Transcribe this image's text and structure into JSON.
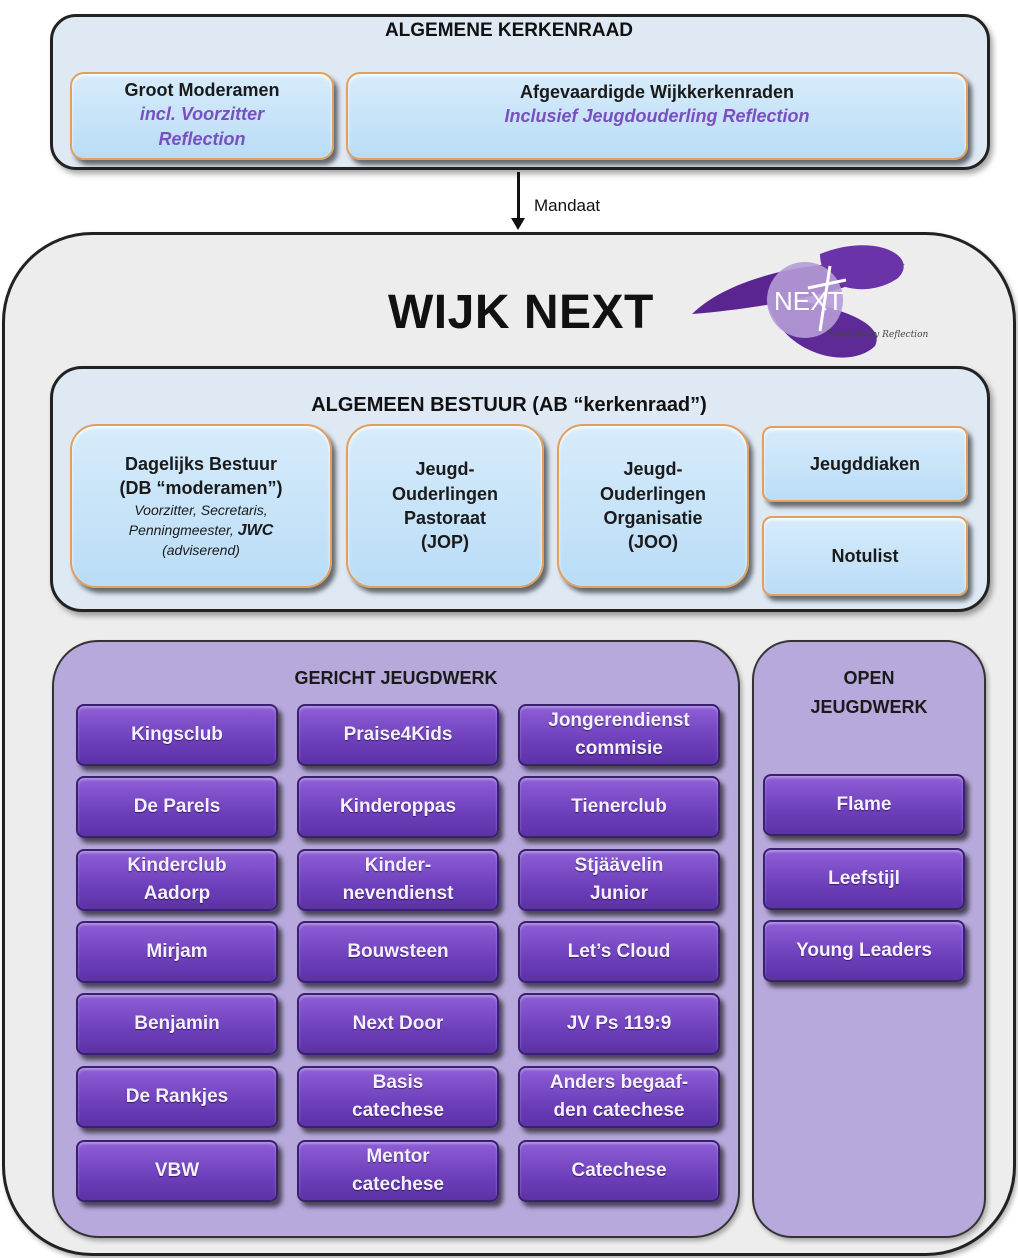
{
  "top": {
    "title": "ALGEMENE KERKENRAAD",
    "groot": {
      "line1": "Groot Moderamen",
      "line2": "incl. Voorzitter",
      "line3": "Reflection"
    },
    "afgev": {
      "line1": "Afgevaardigde Wijkkerkenraden",
      "line2": "Inclusief Jeugdouderling Reflection"
    }
  },
  "arrow_label": "Mandaat",
  "wijk": {
    "title": "WIJK NEXT",
    "logo_text": "NEXT",
    "logo_caption": "Powered by Reflection"
  },
  "ab": {
    "title": "ALGEMEEN BESTUUR (AB “kerkenraad”)",
    "db": {
      "line1": "Dagelijks Bestuur",
      "line2": "(DB “moderamen”)",
      "line3": "Voorzitter, Secretaris,",
      "line4a": "Penningmeester,",
      "line4b": "JWC",
      "line5": "(adviserend)"
    },
    "jop": {
      "line1": "Jeugd-",
      "line2": "Ouderlingen",
      "line3": "Pastoraat",
      "line4": "(JOP)"
    },
    "joo": {
      "line1": "Jeugd-",
      "line2": "Ouderlingen",
      "line3": "Organisatie",
      "line4": "(JOO)"
    },
    "diaken": "Jeugddiaken",
    "notulist": "Notulist"
  },
  "gericht": {
    "title": "GERICHT  JEUGDWERK",
    "columns": [
      [
        {
          "l1": "Kingsclub"
        },
        {
          "l1": "De Parels"
        },
        {
          "l1": "Kinderclub",
          "l2": "Aadorp"
        },
        {
          "l1": "Mirjam"
        },
        {
          "l1": "Benjamin"
        },
        {
          "l1": "De Rankjes"
        },
        {
          "l1": "VBW"
        }
      ],
      [
        {
          "l1": "Praise4Kids"
        },
        {
          "l1": "Kinderoppas"
        },
        {
          "l1": "Kinder-",
          "l2": "nevendienst"
        },
        {
          "l1": "Bouwsteen"
        },
        {
          "l1": "Next Door"
        },
        {
          "l1": "Basis",
          "l2": "catechese"
        },
        {
          "l1": "Mentor",
          "l2": "catechese"
        }
      ],
      [
        {
          "l1": "Jongerendienst",
          "l2": "commisie"
        },
        {
          "l1": "Tienerclub"
        },
        {
          "l1": "Stjäävelin",
          "l2": "Junior"
        },
        {
          "l1": "Let’s Cloud"
        },
        {
          "l1": "JV Ps 119:9"
        },
        {
          "l1": "Anders begaaf-",
          "l2": "den catechese"
        },
        {
          "l1": "Catechese"
        }
      ]
    ]
  },
  "open": {
    "title_line1": "OPEN",
    "title_line2": "JEUGDWERK",
    "items": [
      "Flame",
      "Leefstijl",
      "Young Leaders"
    ]
  },
  "colors": {
    "panel_blue": "#dfe9f4",
    "box_blue": "#c8e4f9",
    "box_border_orange": "#e0a060",
    "panel_lavender": "#b7a9db",
    "button_purple": "#7448c4",
    "accent_italic_purple": "#7a4fc0"
  }
}
